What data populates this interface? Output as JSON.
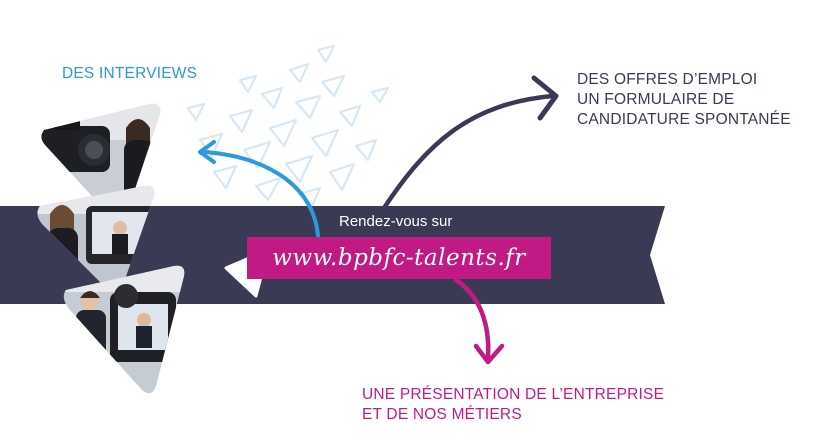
{
  "labels": {
    "interviews": "DES INTERVIEWS",
    "offers_line1": "DES OFFRES D’EMPLOI",
    "offers_line2": "UN FORMULAIRE DE",
    "offers_line3": "CANDIDATURE SPONTANÉE",
    "presentation_line1": "UNE PRÉSENTATION DE L’ENTREPRISE",
    "presentation_line2": "ET DE NOS MÉTIERS"
  },
  "cta": {
    "intro": "Rendez-vous sur",
    "url": "www.bpbfc-talents.fr"
  },
  "colors": {
    "navy_band": "#3a3a55",
    "magenta": "#c21a84",
    "blue": "#2a9ad8",
    "pattern": "#d6e8f5"
  },
  "icons": [
    "camera-photo",
    "triangle-pattern",
    "curved-arrow",
    "pointer-triangle"
  ]
}
